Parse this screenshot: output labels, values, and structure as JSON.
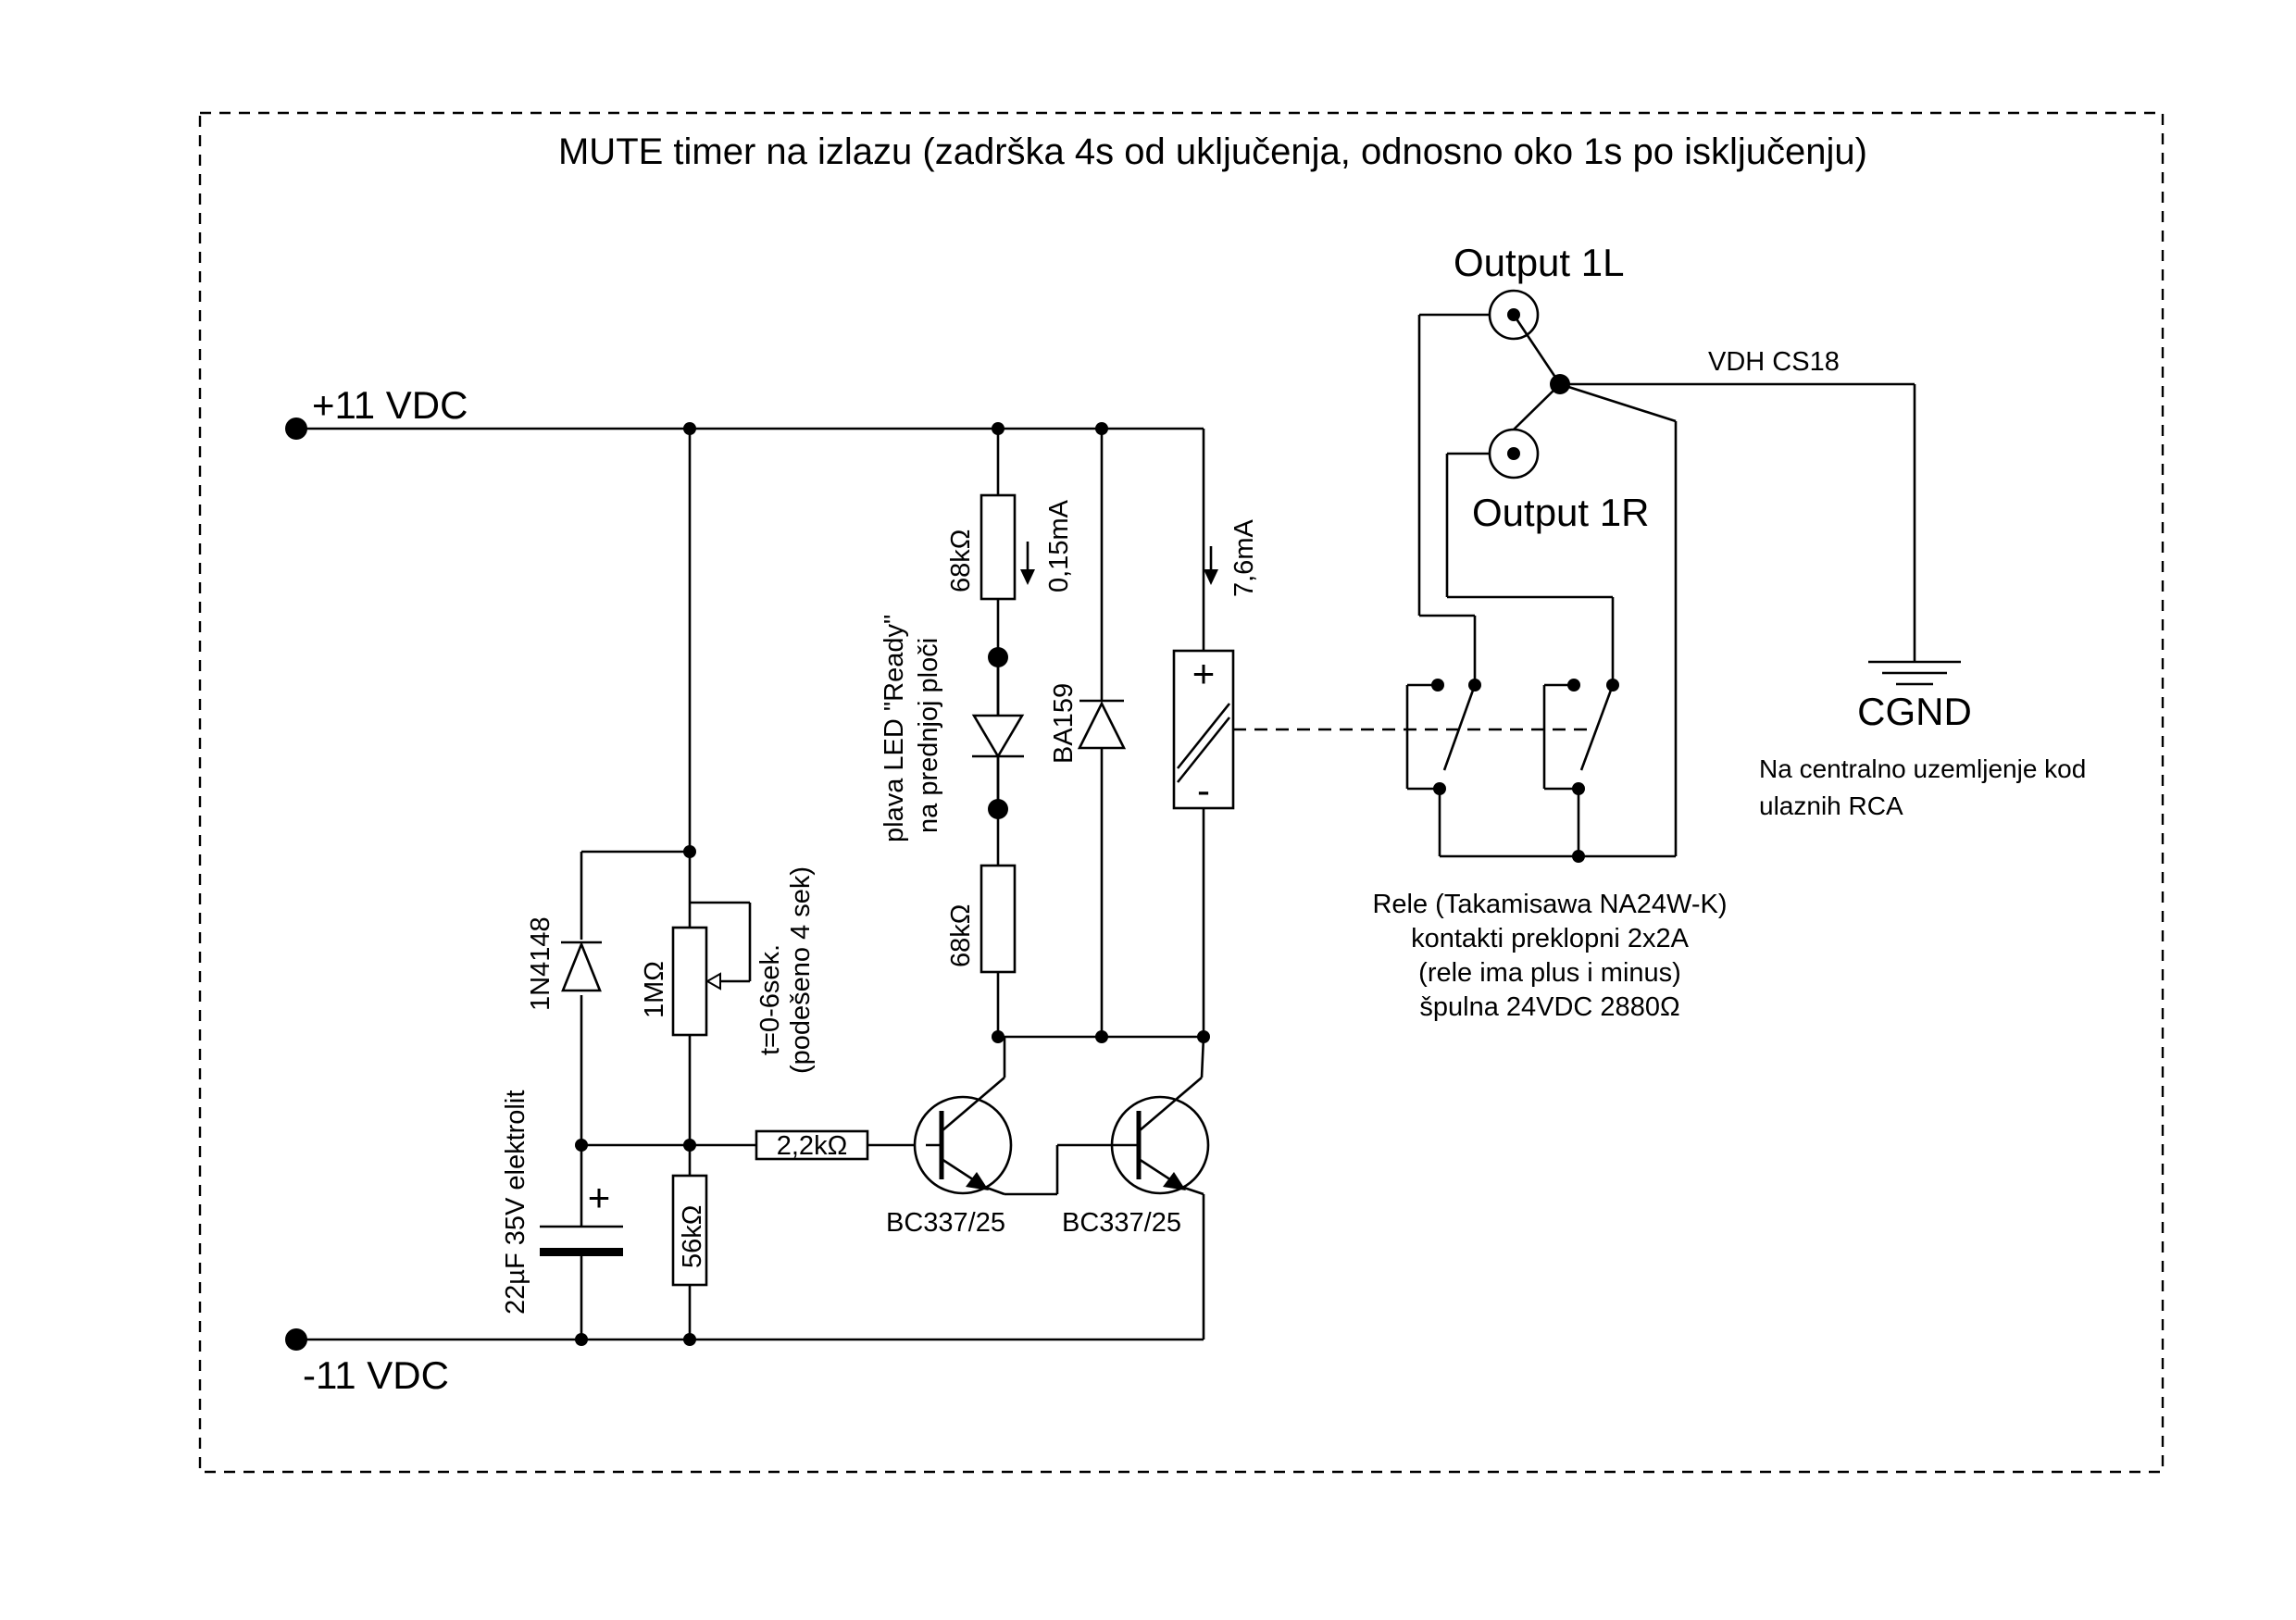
{
  "diagram": {
    "title": "MUTE timer na izlazu (zadrška 4s od uključenja, odnosno oko 1s po isključenju)",
    "rails": {
      "pos": "+11 VDC",
      "neg": "-11 VDC"
    },
    "components": {
      "diode_1n4148": "1N4148",
      "pot": "1MΩ",
      "pot_note1": "t=0-6sek.",
      "pot_note2": "(podešeno 4 sek)",
      "cap_label": "22µF 35V elektrolit",
      "cap_plus": "+",
      "r56k": "56kΩ",
      "r22k": "2,2kΩ",
      "r68k_top": "68kΩ",
      "r68k_bottom": "68kΩ",
      "current_led": "0,15mA",
      "led_note1": "plava LED \"Ready\"",
      "led_note2": "na prednjoj ploči",
      "ba159": "BA159",
      "current_coil": "7,6mA",
      "coil_plus": "+",
      "coil_minus": "-",
      "q1": "BC337/25",
      "q2": "BC337/25"
    },
    "outputs": {
      "out_l": "Output 1L",
      "out_r": "Output 1R",
      "cable": "VDH CS18",
      "gnd": "CGND",
      "gnd_note1": "Na centralno uzemljenje kod",
      "gnd_note2": "ulaznih RCA"
    },
    "relay": {
      "line1": "Rele (Takamisawa NA24W-K)",
      "line2": "kontakti preklopni 2x2A",
      "line3": "(rele ima plus i minus)",
      "line4": "špulna 24VDC  2880Ω"
    }
  }
}
